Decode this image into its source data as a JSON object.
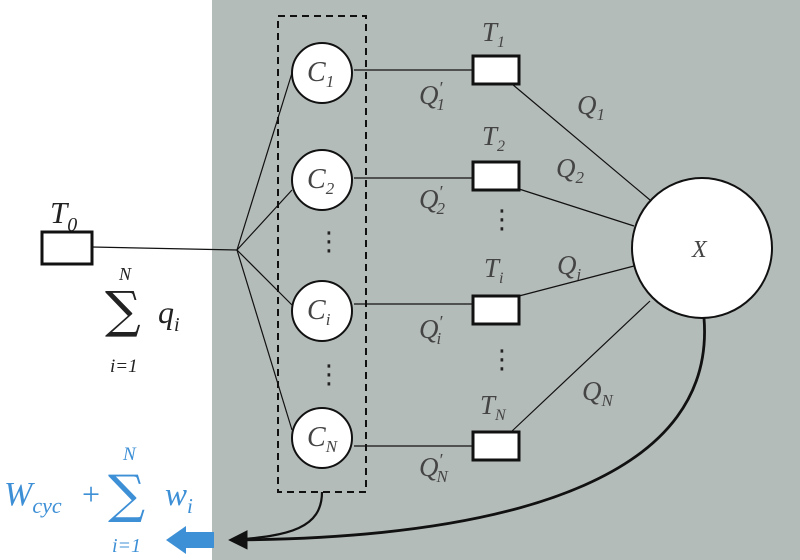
{
  "diagram": {
    "reservoir_source": {
      "label": "T",
      "sub": "0"
    },
    "source_heat": {
      "sigma": "∑",
      "upper": "N",
      "lower": "i=1",
      "term": "q",
      "term_sub": "i"
    },
    "work_output": {
      "main": "W",
      "main_sub": "cyc",
      "plus": "+",
      "sigma": "∑",
      "upper": "N",
      "lower": "i=1",
      "term": "w",
      "term_sub": "i"
    },
    "engines": [
      {
        "label": "C",
        "sub": "1"
      },
      {
        "label": "C",
        "sub": "2"
      },
      {
        "label": "C",
        "sub": "i"
      },
      {
        "label": "C",
        "sub": "N"
      }
    ],
    "reservoirs": [
      {
        "label": "T",
        "sub": "1"
      },
      {
        "label": "T",
        "sub": "2"
      },
      {
        "label": "T",
        "sub": "i"
      },
      {
        "label": "T",
        "sub": "N"
      }
    ],
    "heat_to_reservoir": [
      {
        "label": "Q",
        "prime": "′",
        "sub": "1"
      },
      {
        "label": "Q",
        "prime": "′",
        "sub": "2"
      },
      {
        "label": "Q",
        "prime": "′",
        "sub": "i"
      },
      {
        "label": "Q",
        "prime": "′",
        "sub": "N"
      }
    ],
    "heat_to_system": [
      {
        "label": "Q",
        "sub": "1"
      },
      {
        "label": "Q",
        "sub": "2"
      },
      {
        "label": "Q",
        "sub": "i"
      },
      {
        "label": "Q",
        "sub": "N"
      }
    ],
    "system": {
      "label": "X"
    },
    "ellipsis": "⋮",
    "colors": {
      "panel": "#b4bcb9",
      "blue": "#3d8fd6",
      "stroke": "#111111"
    }
  }
}
